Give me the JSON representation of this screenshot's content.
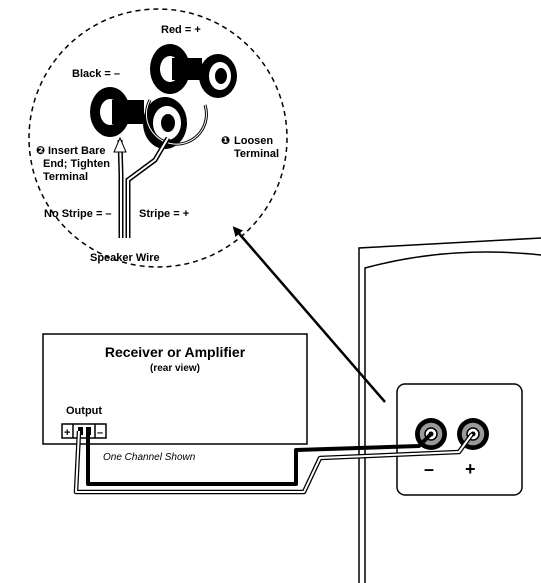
{
  "callout": {
    "red_label": "Red = +",
    "black_label": "Black = –",
    "step1_marker": "❶",
    "step1_line1": "Loosen",
    "step1_line2": "Terminal",
    "step2_marker": "❷",
    "step2_line1": "Insert Bare",
    "step2_line2": "End; Tighten",
    "step2_line3": "Terminal",
    "no_stripe_label": "No Stripe = –",
    "stripe_label": "Stripe = +",
    "speaker_wire_label": "Speaker Wire"
  },
  "receiver": {
    "title": "Receiver or Amplifier",
    "subtitle": "(rear view)",
    "output_label": "Output",
    "plus_sign": "+",
    "minus_sign": "–",
    "note": "One Channel Shown"
  },
  "speaker": {
    "minus_sign": "–",
    "plus_sign": "+"
  },
  "colors": {
    "line": "#000000",
    "background": "#ffffff",
    "terminal_gray": "#9a9a9a"
  }
}
